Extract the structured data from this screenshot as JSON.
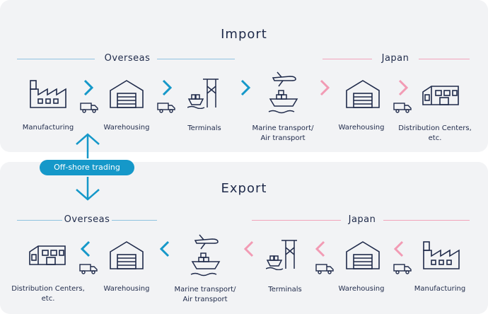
{
  "import": {
    "title": "Import",
    "overseas_label": "Overseas",
    "japan_label": "Japan",
    "steps": [
      "Manufacturing",
      "Warehousing",
      "Terminals",
      "Marine transport/\nAir transport",
      "Warehousing",
      "Distribution Centers,\netc."
    ]
  },
  "export": {
    "title": "Export",
    "overseas_label": "Overseas",
    "japan_label": "Japan",
    "steps": [
      "Distribution Centers,\netc.",
      "Warehousing",
      "Marine transport/\nAir transport",
      "Terminals",
      "Warehousing",
      "Manufacturing"
    ]
  },
  "offshore_label": "Off-shore trading",
  "colors": {
    "overseas": "#1598c9",
    "japan": "#f29bb4",
    "ink": "#1f2a4a",
    "panel": "#f2f3f5"
  },
  "icons": [
    "factory-icon",
    "warehouse-icon",
    "terminal-crane-icon",
    "ship-plane-icon",
    "distribution-center-icon",
    "truck-icon"
  ]
}
